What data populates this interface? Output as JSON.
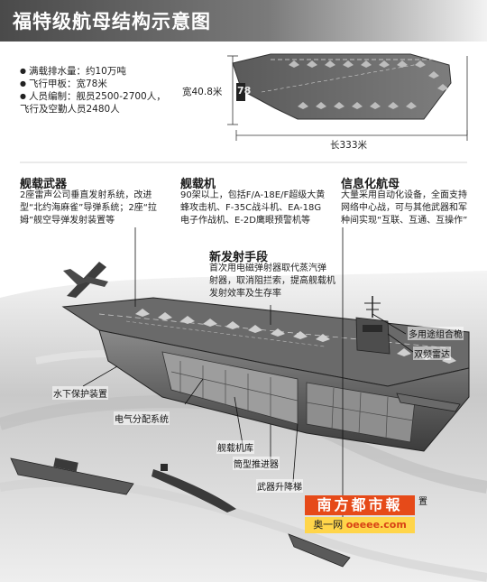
{
  "title": "福特级航母结构示意图",
  "specs": [
    "满载排水量：约10万吨",
    "飞行甲板：宽78米",
    "人员编制：舰员2500-2700人，",
    "飞行及空勤人员2480人"
  ],
  "dimensions": {
    "width": "宽40.8米",
    "length": "长333米"
  },
  "hull_number": "78",
  "sections": [
    {
      "heading": "舰载武器",
      "lines": [
        "2座雷声公司垂直发射系统，改进",
        "型“北约海麻雀”导弹系统；2座“拉",
        "姆”舰空导弹发射装置等"
      ]
    },
    {
      "heading": "舰载机",
      "lines": [
        "90架以上，包括F/A-18E/F超级大黄",
        "蜂攻击机、F-35C战斗机、EA-18G",
        "电子作战机、E-2D鹰眼预警机等"
      ]
    },
    {
      "heading": "信息化航母",
      "lines": [
        "大量采用自动化设备，全面支持",
        "网络中心战，可与其他武器和军",
        "种间实现“互联、互通、互操作”"
      ]
    },
    {
      "heading": "新发射手段",
      "lines": [
        "首次用电磁弹射器取代蒸汽弹",
        "射器，取消阻拦索，提高舰载机",
        "发射效率及生存率"
      ]
    }
  ],
  "callouts": {
    "multi_mast": "多用途组合桅",
    "dual_radar": "双频雷达",
    "underwater": "水下保护装置",
    "power": "电气分配系统",
    "hangar": "舰载机库",
    "propeller": "筒型推进器",
    "elevator": "武器升降梯",
    "cut_tail": "置"
  },
  "logo": {
    "top": "南方都市報",
    "bottom_left": "奥一网",
    "bottom_right": "oeeee.com"
  },
  "colors": {
    "title_bar": "#5a5a5a",
    "logo_red": "#e64a19",
    "logo_yellow": "#ffd54a"
  }
}
